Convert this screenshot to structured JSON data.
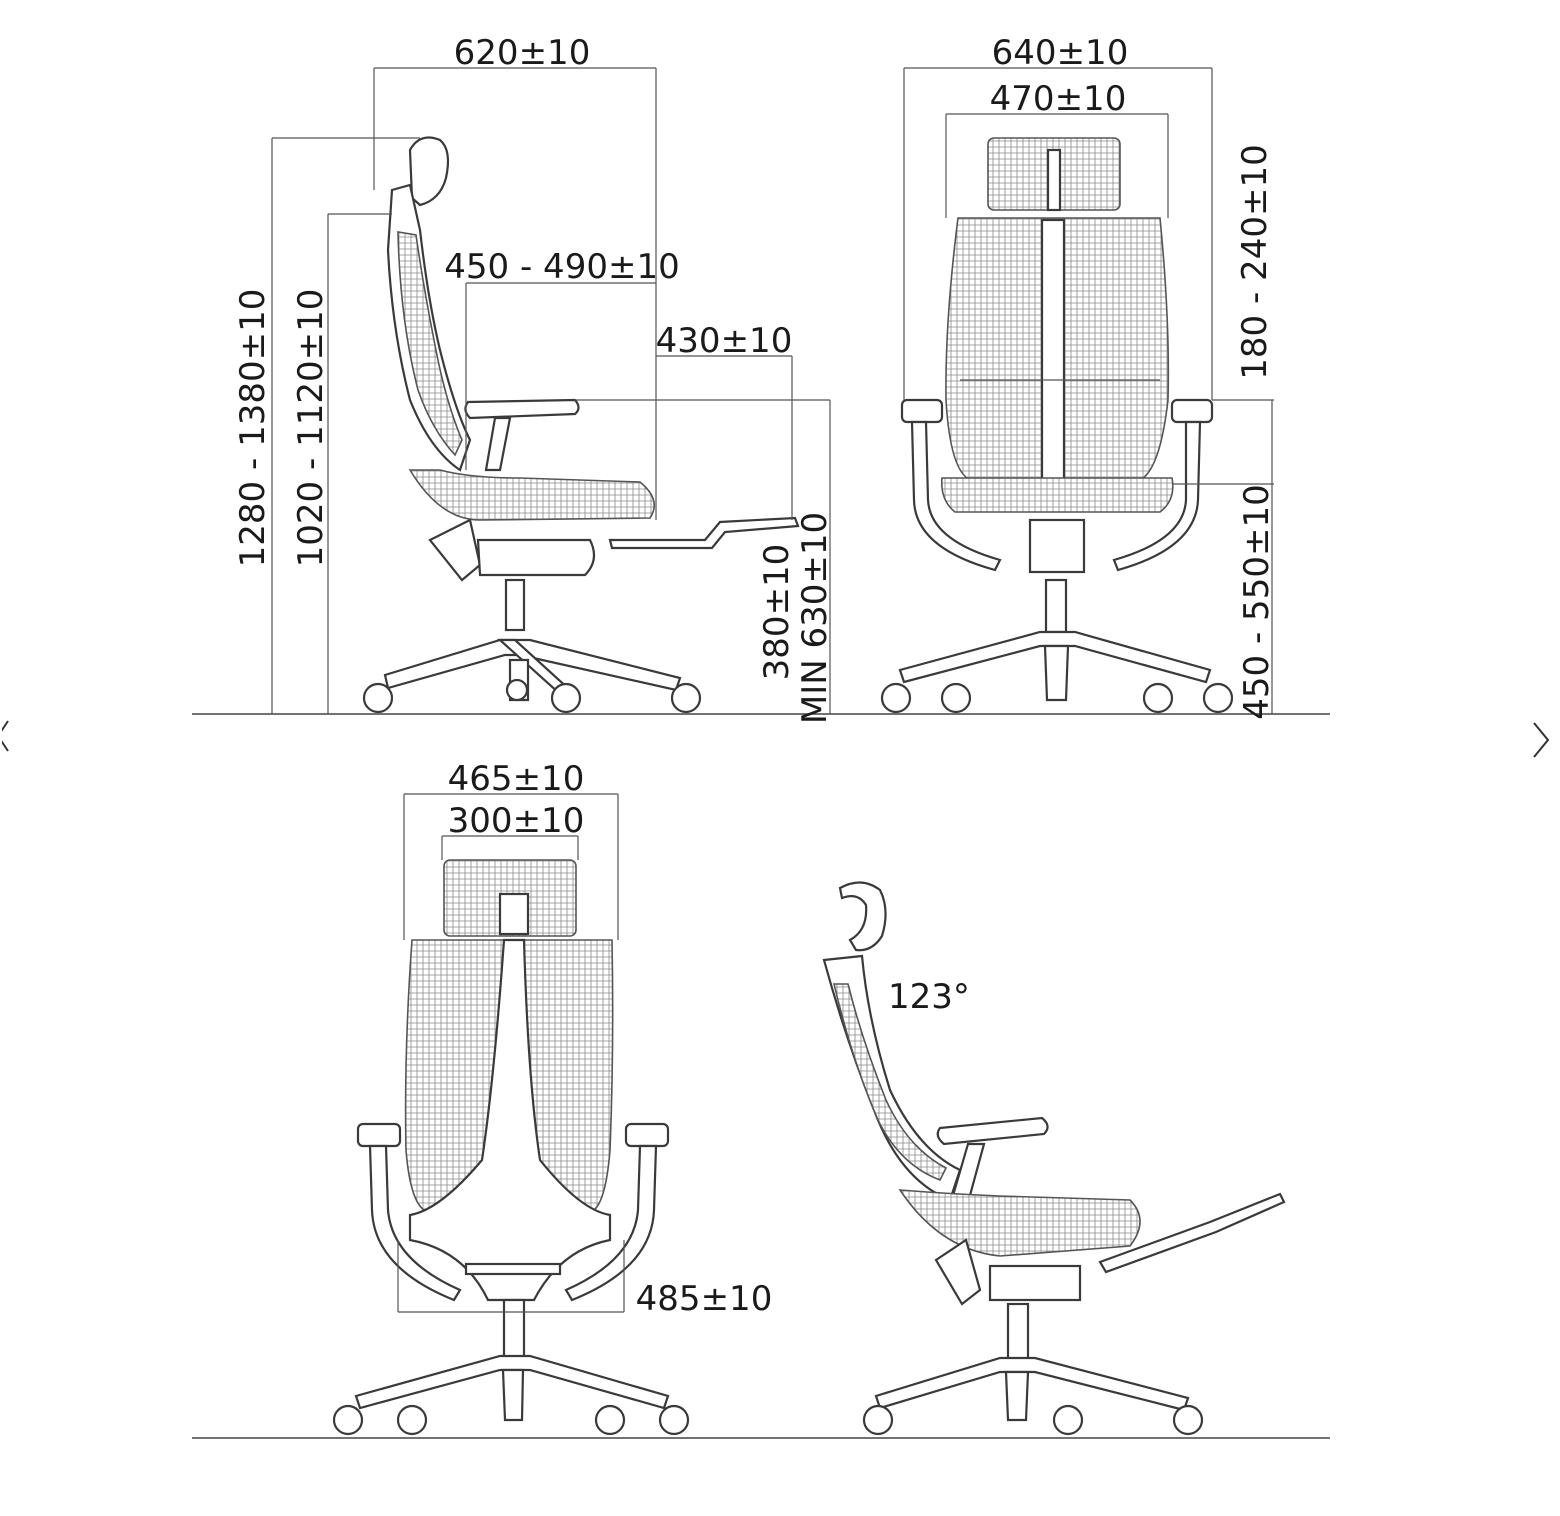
{
  "side_view": {
    "total_depth": "620±10",
    "seat_depth": "450 - 490±10",
    "footrest_depth": "430±10",
    "total_height": "1280 - 1380±10",
    "back_height": "1020 - 1120±10",
    "footrest_height": "380±10",
    "footrest_min": "MIN 630±10"
  },
  "front_view": {
    "total_width": "640±10",
    "inner_width": "470±10",
    "armrest_height": "180 - 240±10",
    "seat_height": "450 - 550±10"
  },
  "back_view": {
    "back_width": "465±10",
    "headrest_width": "300±10",
    "seat_width": "485±10"
  },
  "recline_view": {
    "recline_angle": "123°"
  },
  "navigation": {
    "prev_icon": "chevron-left-icon",
    "next_icon": "chevron-right-icon"
  }
}
